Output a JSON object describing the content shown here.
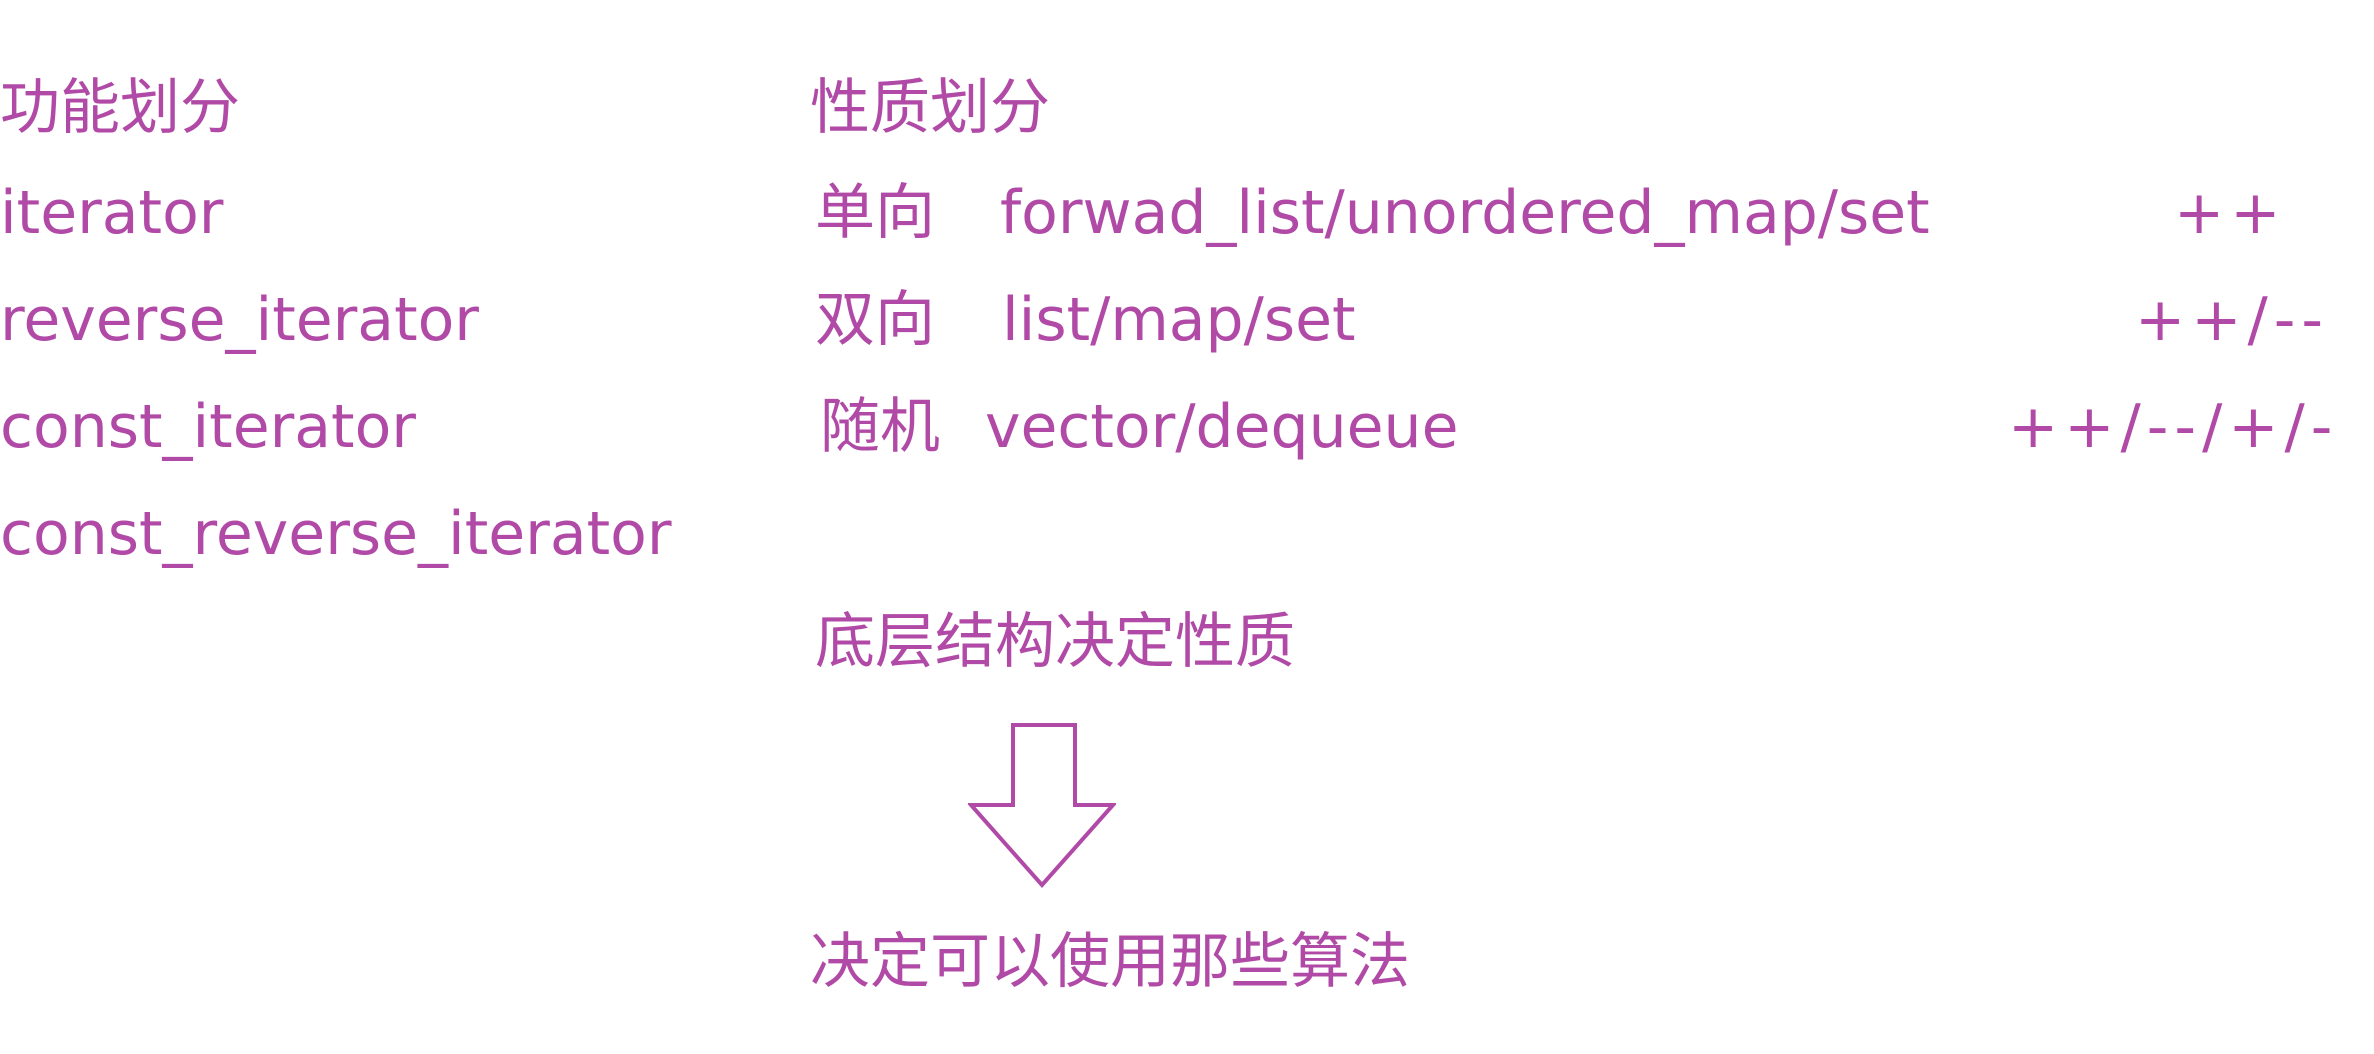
{
  "function_section": {
    "title": "功能划分",
    "items": [
      "iterator",
      "reverse_iterator",
      "const_iterator",
      "const_reverse_iterator"
    ]
  },
  "nature_section": {
    "title": "性质划分",
    "rows": [
      {
        "kind": "单向",
        "containers": "forwad_list/unordered_map/set",
        "ops": "++"
      },
      {
        "kind": "双向",
        "containers": "list/map/set",
        "ops": "++/--"
      },
      {
        "kind": "随机",
        "containers": "vector/dequeue",
        "ops": "++/--/+/-"
      }
    ]
  },
  "note_top": "底层结构决定性质",
  "note_bottom": "决定可以使用那些算法",
  "colors": {
    "text": "#b04aa6"
  },
  "icons": {
    "arrow": "down-arrow-icon"
  }
}
